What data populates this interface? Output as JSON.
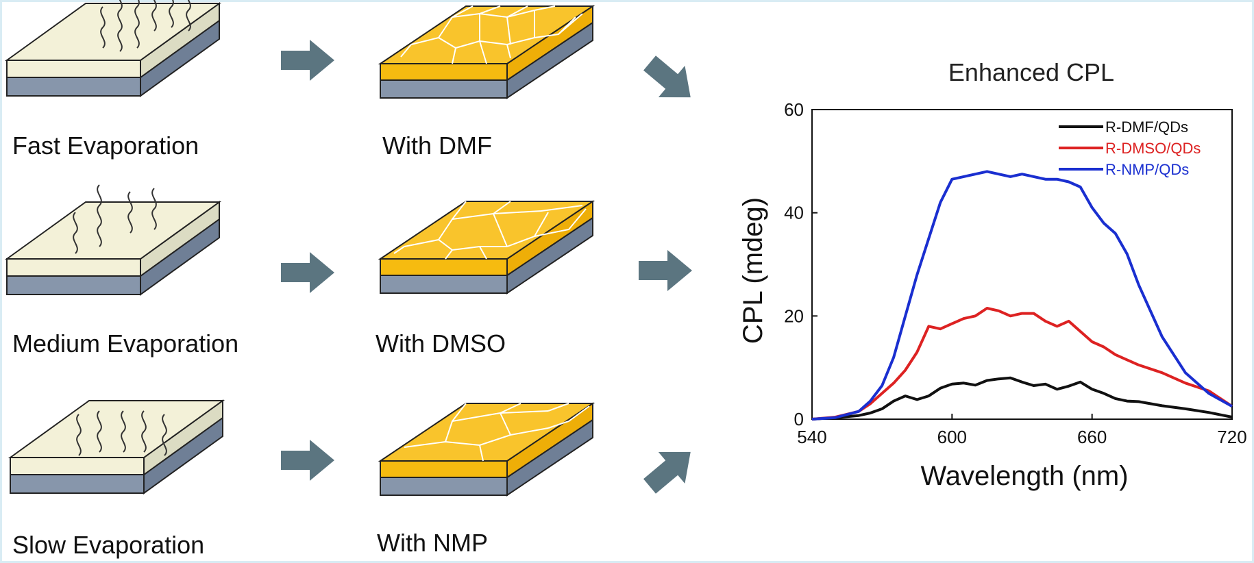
{
  "rows": [
    {
      "process_label": "Fast Evaporation",
      "result_label": "With DMF"
    },
    {
      "process_label": "Medium Evaporation",
      "result_label": "With DMSO"
    },
    {
      "process_label": "Slow Evaporation",
      "result_label": "With NMP"
    }
  ],
  "colors": {
    "film_top": "#f3f1d8",
    "film_side": "#dcdcc3",
    "substrate": "#8796ab",
    "crystal_top": "#f9c42c",
    "crystal_side": "#f6bb10",
    "arrow": "#5b7580",
    "frame": "#d9ecf4"
  },
  "icons": {
    "process_arrow": "right-arrow-icon",
    "merge_arrow": "diagonal-arrow-icon"
  },
  "chart_data": {
    "type": "line",
    "title": "Enhanced CPL",
    "xlabel": "Wavelength (nm)",
    "ylabel": "CPL (mdeg)",
    "xlim": [
      540,
      720
    ],
    "ylim": [
      0,
      60
    ],
    "xticks": [
      "540",
      "600",
      "660",
      "720"
    ],
    "yticks": [
      "0",
      "20",
      "40",
      "60"
    ],
    "legend_position": "top-right",
    "series": [
      {
        "name": "R-DMF/QDs",
        "color": "#111111",
        "x": [
          540,
          550,
          560,
          565,
          570,
          575,
          580,
          585,
          590,
          595,
          600,
          605,
          610,
          615,
          620,
          625,
          630,
          635,
          640,
          645,
          650,
          655,
          660,
          665,
          670,
          675,
          680,
          690,
          700,
          710,
          720
        ],
        "y": [
          0,
          0.3,
          0.7,
          1.2,
          2,
          3.5,
          4.5,
          3.8,
          4.5,
          6,
          6.8,
          7,
          6.6,
          7.5,
          7.8,
          8,
          7.2,
          6.5,
          6.8,
          5.8,
          6.4,
          7.2,
          5.8,
          5,
          4,
          3.5,
          3.4,
          2.6,
          2,
          1.3,
          0.4
        ]
      },
      {
        "name": "R-DMSO/QDs",
        "color": "#dd2222",
        "x": [
          540,
          550,
          560,
          565,
          570,
          575,
          580,
          585,
          590,
          595,
          600,
          605,
          610,
          615,
          620,
          625,
          630,
          635,
          640,
          645,
          650,
          655,
          660,
          665,
          670,
          675,
          680,
          690,
          700,
          710,
          720
        ],
        "y": [
          0,
          0.4,
          1.5,
          3,
          5,
          7,
          9.5,
          13,
          18,
          17.5,
          18.5,
          19.5,
          20,
          21.5,
          21,
          20,
          20.5,
          20.5,
          19,
          18,
          19,
          17,
          15,
          14,
          12.5,
          11.5,
          10.5,
          9,
          7,
          5.5,
          2.5
        ]
      },
      {
        "name": "R-NMP/QDs",
        "color": "#1a2fd0",
        "x": [
          540,
          550,
          560,
          565,
          570,
          575,
          580,
          585,
          590,
          595,
          600,
          605,
          610,
          615,
          620,
          625,
          630,
          635,
          640,
          645,
          650,
          655,
          660,
          665,
          670,
          675,
          680,
          690,
          700,
          710,
          720
        ],
        "y": [
          0,
          0.3,
          1.5,
          3.5,
          6.5,
          12,
          20,
          28,
          35,
          42,
          46.5,
          47,
          47.5,
          48,
          47.5,
          47,
          47.5,
          47,
          46.5,
          46.5,
          46,
          45,
          41,
          38,
          36,
          32,
          26,
          16,
          9,
          5,
          2.5
        ]
      }
    ]
  }
}
